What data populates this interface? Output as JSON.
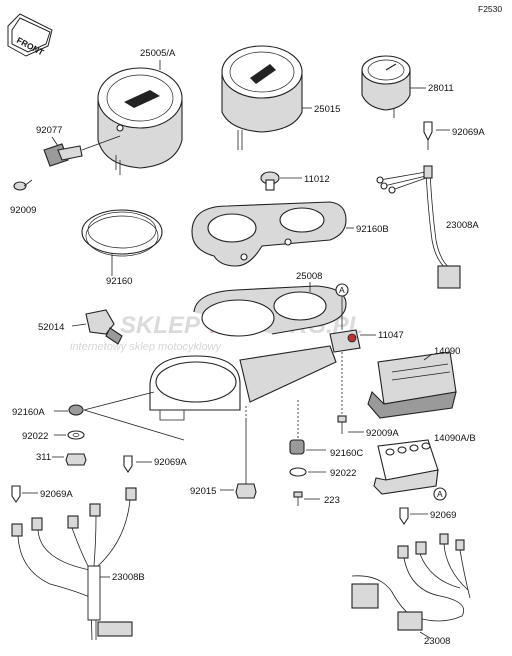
{
  "diagram": {
    "code": "F2530",
    "front_label": "FRONT",
    "circle_ref": "A",
    "watermark": {
      "brand_part1": "SKLEP",
      "brand_part2": "MOTO",
      "brand_part3": "RG.PL",
      "tagline": "internetowy sklep motocyklowy"
    },
    "colors": {
      "watermark_gray": "#cfcfcf",
      "watermark_red": "#e89a9a"
    },
    "labels": {
      "p25005a": "25005/A",
      "p25015": "25015",
      "p28011": "28011",
      "p92077": "92077",
      "p92069a_top": "92069A",
      "p11012": "11012",
      "p92009": "92009",
      "p23008a": "23008A",
      "p92160b": "92160B",
      "p92160": "92160",
      "p25008": "25008",
      "p52014": "52014",
      "p11047": "11047",
      "p14090": "14090",
      "p92160a": "92160A",
      "p92009a": "92009A",
      "p92022_left": "92022",
      "p311": "311",
      "p92160c": "92160C",
      "p14090ab": "14090A/B",
      "p92069a_mid": "92069A",
      "p92022_right": "92022",
      "p92069a_left": "92069A",
      "p92015": "92015",
      "p223": "223",
      "p92069": "92069",
      "p23008b": "23008B",
      "p23008": "23008"
    }
  }
}
